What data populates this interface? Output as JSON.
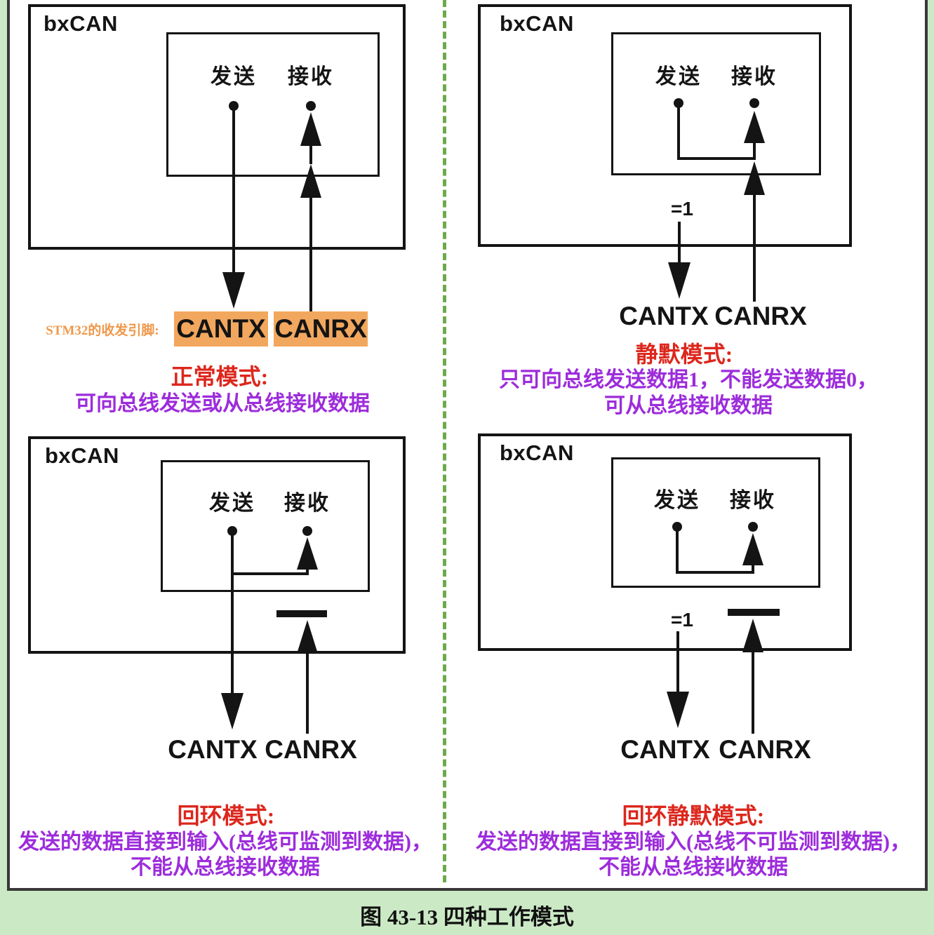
{
  "caption": "图 43-13 四种工作模式",
  "colors": {
    "page_background": "#cbe9c5",
    "panel_background": "#ffffff",
    "divider_green": "#6daa4c",
    "line_black": "#141414",
    "mode_title_red": "#dc271d",
    "description_purple": "#9d2cdb",
    "pin_highlight_orange": "#f2a75e",
    "pin_note_orange": "#ef984b"
  },
  "quadrants": [
    {
      "mode": "normal",
      "box_label": "bxCAN",
      "tx_port": "发送",
      "rx_port": "接收",
      "pin_note": "STM32的收发引脚:",
      "cantx": "CANTX",
      "canrx": "CANRX",
      "title": "正常模式:",
      "desc": [
        "可向总线发送或从总线接收数据"
      ]
    },
    {
      "mode": "silent",
      "box_label": "bxCAN",
      "tx_port": "发送",
      "rx_port": "接收",
      "gate": "=1",
      "cantx": "CANTX",
      "canrx": "CANRX",
      "title": "静默模式:",
      "desc": [
        "只可向总线发送数据1，不能发送数据0，",
        "可从总线接收数据"
      ]
    },
    {
      "mode": "loopback",
      "box_label": "bxCAN",
      "tx_port": "发送",
      "rx_port": "接收",
      "cantx": "CANTX",
      "canrx": "CANRX",
      "title": "回环模式:",
      "desc": [
        "发送的数据直接到输入(总线可监测到数据)，",
        "不能从总线接收数据"
      ]
    },
    {
      "mode": "loopback_silent",
      "box_label": "bxCAN",
      "tx_port": "发送",
      "rx_port": "接收",
      "gate": "=1",
      "cantx": "CANTX",
      "canrx": "CANRX",
      "title": "回环静默模式:",
      "desc": [
        "发送的数据直接到输入(总线不可监测到数据)，",
        "不能从总线接收数据"
      ]
    }
  ]
}
